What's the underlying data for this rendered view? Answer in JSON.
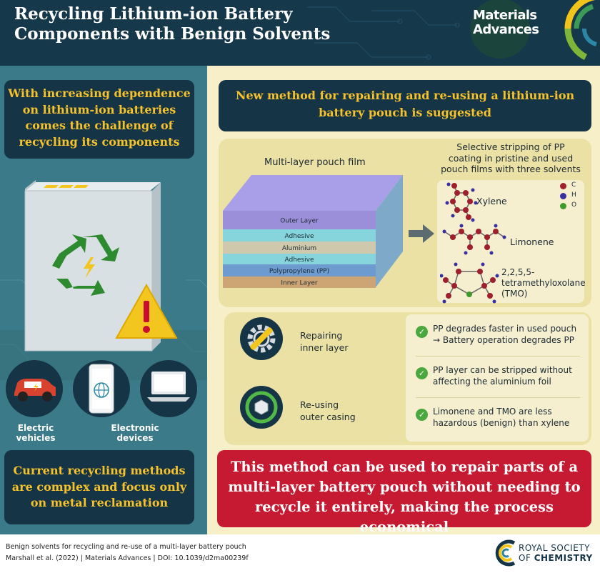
{
  "header": {
    "title_line1": "Recycling Lithium-ion Battery",
    "title_line2": "Components with Benign Solvents",
    "journal_line1": "Materials",
    "journal_line2": "Advances"
  },
  "left": {
    "challenge_text": "With increasing dependence on lithium-ion batteries comes the challenge of recycling its components",
    "electric_vehicles": "Electric vehicles",
    "electronic_devices": "Electronic devices",
    "current_text": "Current recycling methods are complex and focus only on metal reclamation"
  },
  "right": {
    "new_method": "New method for repairing and re-using a lithium-ion battery pouch is suggested",
    "pouch_title": "Multi-layer pouch film",
    "layers": [
      "Outer Layer",
      "Adhesive",
      "Aluminium",
      "Adhesive",
      "Polypropylene (PP)",
      "Inner Layer"
    ],
    "layer_colors": [
      "#9a8fd8",
      "#86d4dc",
      "#cfc8ac",
      "#86d4dc",
      "#6d9bcf",
      "#cda574"
    ],
    "stripping_title": "Selective stripping of PP coating in pristine and used pouch films with three solvents",
    "solvents": [
      "Xylene",
      "Limonene",
      "2,2,5,5-tetramethyloxolane (TMO)"
    ],
    "legend": [
      "C",
      "H",
      "O"
    ],
    "legend_colors": [
      "#9e1f2e",
      "#3a2f9e",
      "#3f9a2c"
    ],
    "actions": [
      "Repairing inner layer",
      "Re-using outer casing"
    ],
    "findings": [
      "PP degrades faster in used pouch → Battery operation degrades PP",
      "PP layer can be stripped without affecting the aluminium foil",
      "Limonene and TMO are less hazardous (benign) than xylene"
    ],
    "conclusion": "This method can be used to repair parts of a multi-layer battery pouch without needing to recycle it entirely, making the process economical"
  },
  "footer": {
    "paper_title": "Benign solvents for recycling and re-use of a multi-layer battery pouch",
    "citation": "Marshall et al. (2022)",
    "journal": "Materials Advances",
    "doi": "DOI: 10.1039/d2ma00239f",
    "rsc_line1": "ROYAL SOCIETY",
    "rsc_of": "OF",
    "rsc_chemistry": "CHEMISTRY"
  }
}
